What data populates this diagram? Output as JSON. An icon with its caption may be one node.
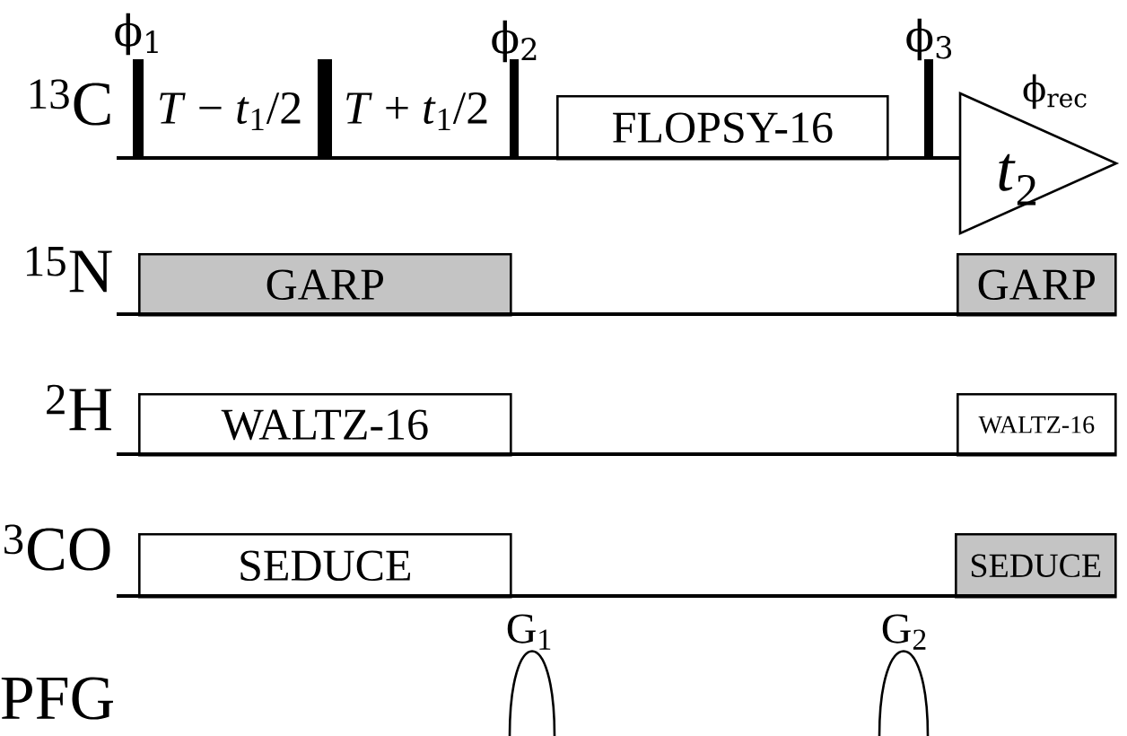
{
  "diagram": {
    "nodes": [
      {
        "text": [
          "FLOPSY-16"
        ]
      },
      {
        "text": [
          "*t*$_{2}$"
        ]
      },
      {
        "text": [
          "GARP"
        ]
      },
      {
        "text": [
          "GARP"
        ]
      },
      {
        "text": [
          "WALTZ-16"
        ]
      },
      {
        "text": [
          "WALTZ-16"
        ]
      },
      {
        "text": [
          "SEDUCE"
        ]
      },
      {
        "text": [
          "SEDUCE"
        ]
      }
    ],
    "labels": [
      "ϕ$_{1}$",
      "ϕ$_{2}$",
      "ϕ$_{3}$",
      "$^{13}$C",
      "*T* − *t*$_{1}$/2",
      "*T* + *t*$_{1}$/2",
      "ϕ$_{rec}$",
      "$^{15}$N",
      "$^{2}$H",
      "$^{3}$CO",
      "G$_{1}$",
      "G$_{2}$",
      "PFG"
    ]
  }
}
